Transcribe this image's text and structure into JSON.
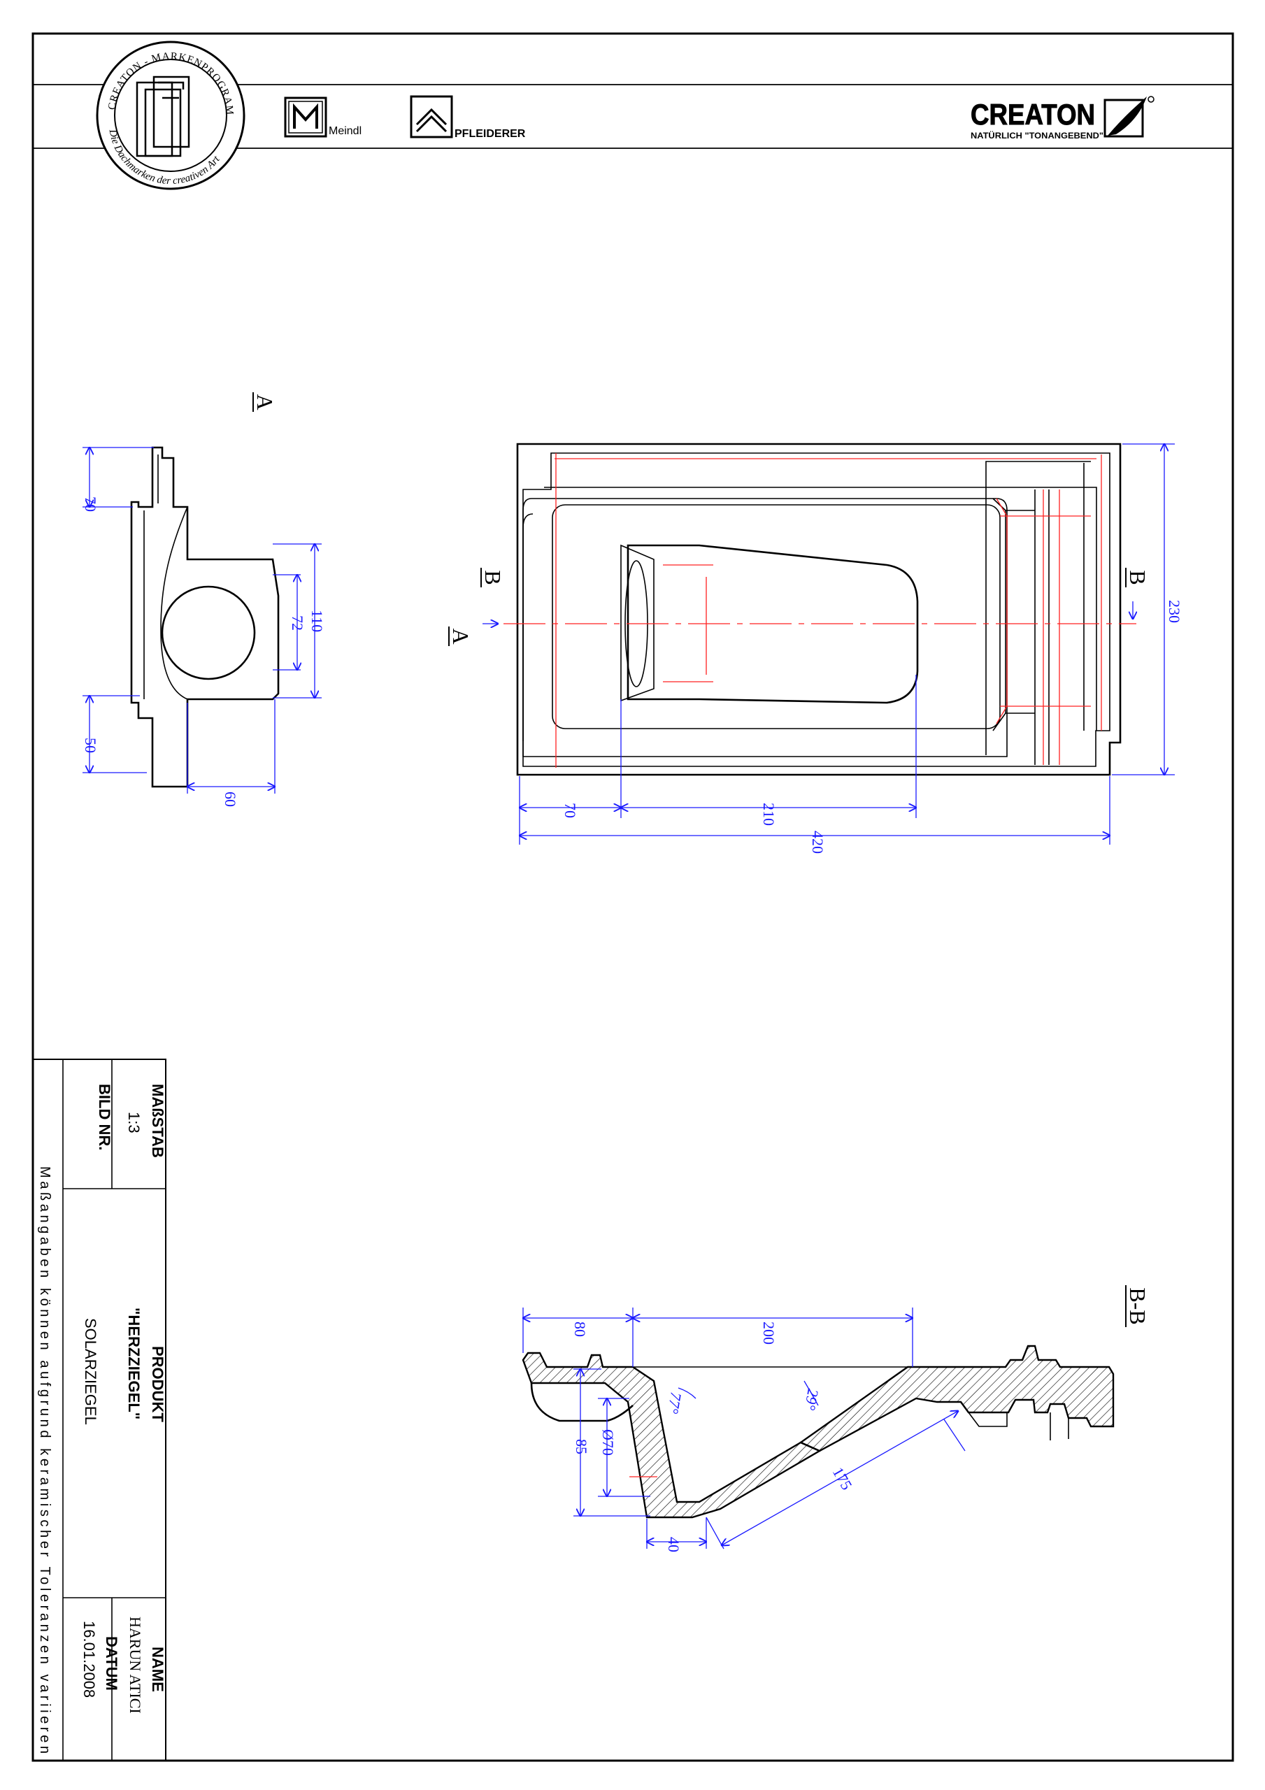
{
  "header": {
    "seal_text_top": "CREATON - MARKENPROGRAMM",
    "seal_text_bottom": "Die Dachmarken der creativen Art",
    "brand_meindl": "Meindl",
    "brand_pfleiderer": "PFLEIDERER",
    "creaton_logo": "CREATON",
    "creaton_slogan": "NATÜRLICH \"TONANGEBEND\""
  },
  "views": {
    "section_a_label": "A",
    "section_b_label": "B",
    "section_bb_label": "B-B"
  },
  "dimensions": {
    "side_view": {
      "top": "70",
      "bottom": "50",
      "opening": "72",
      "outer": "110",
      "depth": "60"
    },
    "plan_view": {
      "offset": "70",
      "opening_length": "210",
      "overall_length": "420",
      "overall_width": "230"
    },
    "section_view": {
      "left": "80",
      "middle": "200",
      "angle_left": "77°",
      "angle_right": "29°",
      "diameter": "Ø70",
      "height": "85",
      "base": "40",
      "slope": "175"
    }
  },
  "title_block": {
    "scale_label": "MAßSTAB",
    "scale_value": "1:3",
    "image_no_label": "BILD NR.",
    "product_label": "PRODUKT",
    "product_value": "\"HERZZIEGEL\"",
    "part_name": "SOLARZIEGEL",
    "name_label": "NAME",
    "name_value": "HARUN ATICI",
    "date_label": "DATUM",
    "date_value": "16.01.2008",
    "note": "Maßangaben können aufgrund keramischer Toleranzen variieren"
  },
  "colors": {
    "dimension": "#1a1aff",
    "hidden_line": "#ff2020",
    "outline": "#000000"
  }
}
